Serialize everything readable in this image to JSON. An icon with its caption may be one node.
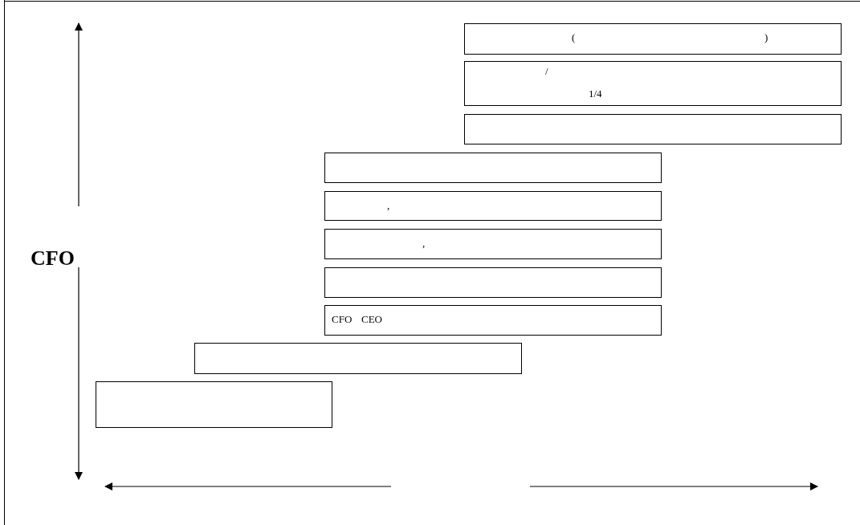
{
  "diagram": {
    "nodes": [
      {
        "text": [
          "(",
          ")"
        ]
      },
      {
        "text": [
          "/",
          "1/4"
        ]
      },
      {
        "text": [],
        "shape": "box"
      },
      {
        "text": [],
        "shape": "box"
      },
      {
        "text": [
          ","
        ]
      },
      {
        "text": [
          ","
        ]
      },
      {
        "text": [],
        "shape": "box"
      },
      {
        "text": [
          "CFO",
          "CEO"
        ]
      },
      {
        "text": [],
        "shape": "box"
      },
      {
        "text": [],
        "shape": "box"
      }
    ],
    "labels": [
      "CFO"
    ]
  }
}
